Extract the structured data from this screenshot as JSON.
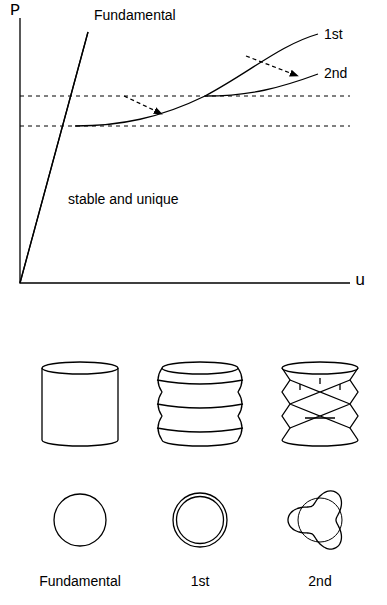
{
  "diagram": {
    "labels": [
      "P",
      "Fundamental",
      "1st",
      "2nd",
      "stable and unique",
      "u",
      "Fundamental",
      "1st",
      "2nd"
    ]
  }
}
